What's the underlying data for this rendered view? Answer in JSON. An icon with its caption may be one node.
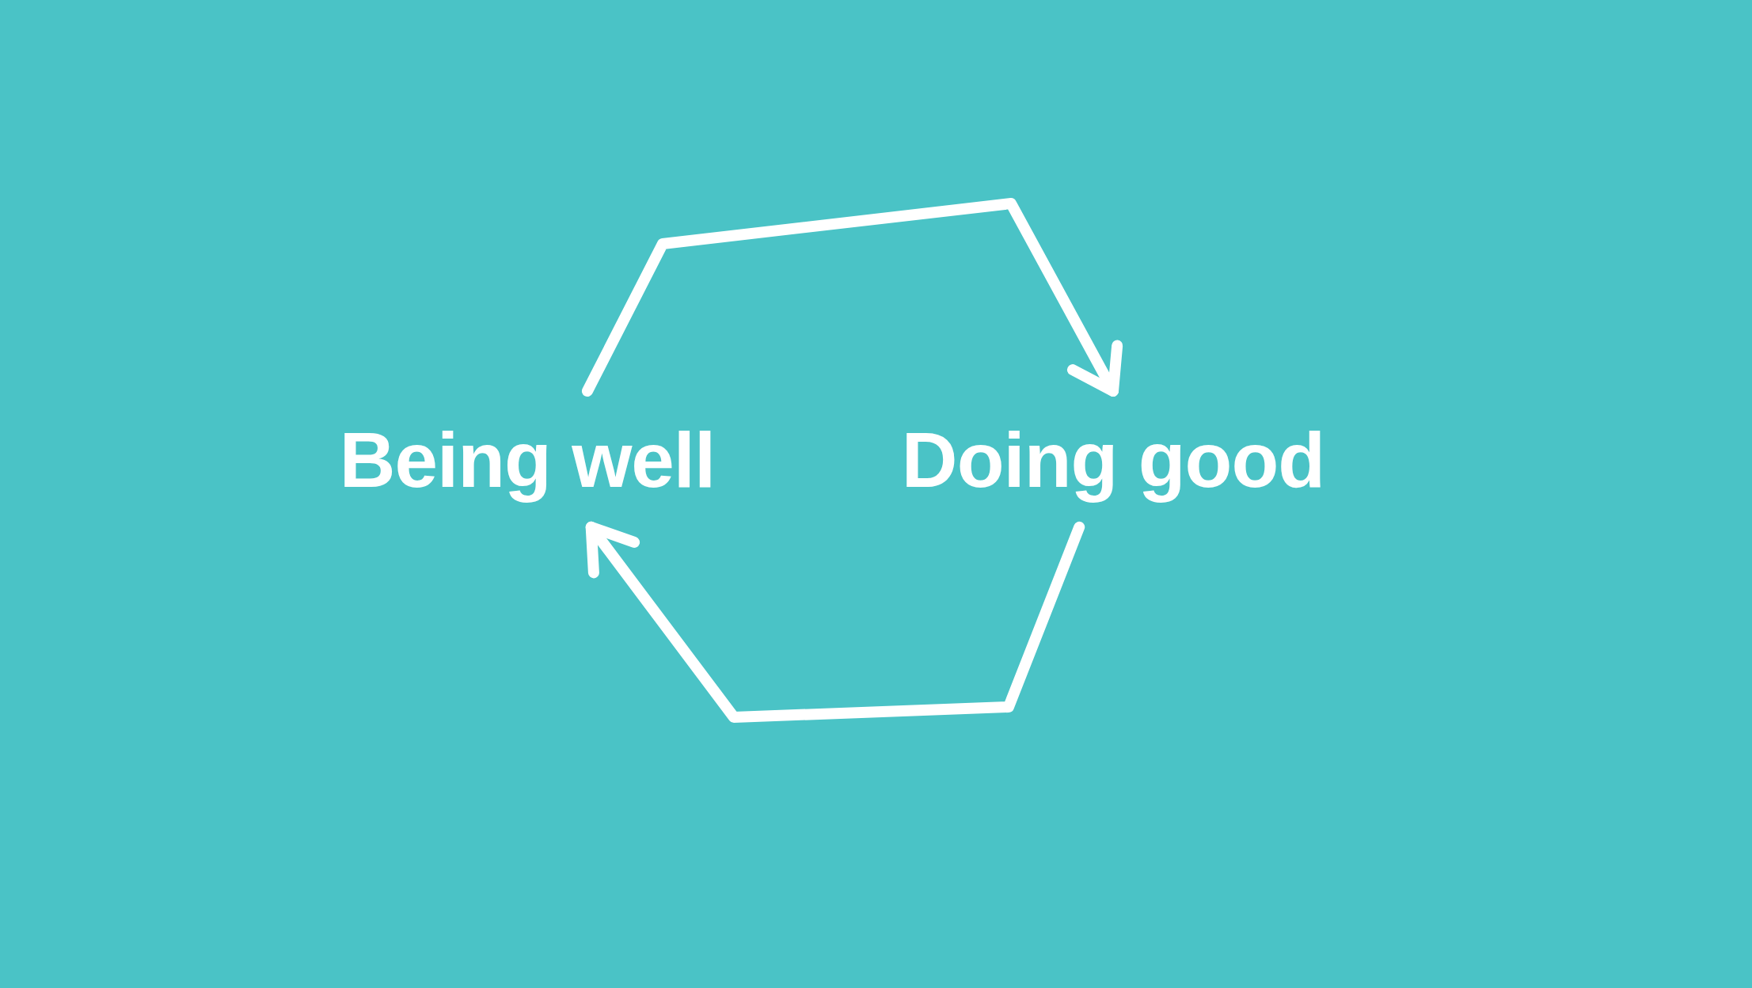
{
  "diagram": {
    "nodes": [
      {
        "text": [
          "Being well"
        ]
      },
      {
        "text": [
          "Doing good"
        ]
      }
    ],
    "edges": [
      {
        "from": 0,
        "to": 1,
        "arrow": "to"
      },
      {
        "from": 1,
        "to": 0,
        "arrow": "to"
      }
    ]
  }
}
